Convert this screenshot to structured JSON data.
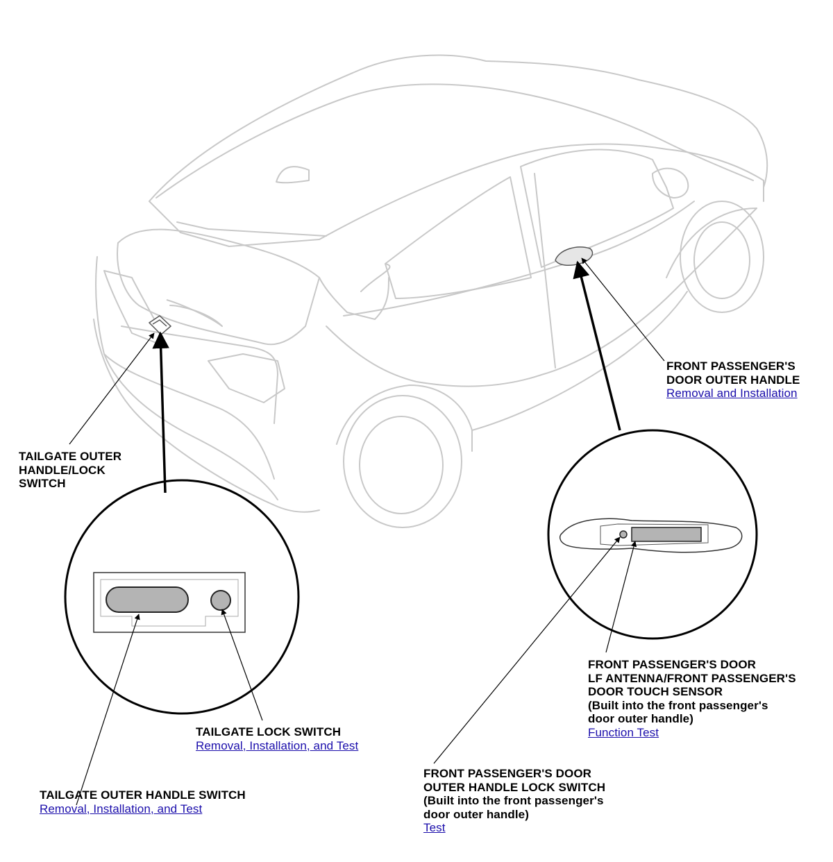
{
  "colors": {
    "outline": "#c8c8c8",
    "leader": "#000000",
    "link": "#1a0dab",
    "component_fill": "#b4b4b4"
  },
  "labels": {
    "front_door_handle": {
      "lines": [
        "FRONT PASSENGER'S",
        "DOOR OUTER HANDLE"
      ],
      "link": "Removal and Installation"
    },
    "tailgate_handle_lock": {
      "lines": [
        "TAILGATE OUTER",
        "HANDLE/LOCK",
        "SWITCH"
      ]
    },
    "lf_antenna": {
      "lines": [
        "FRONT PASSENGER'S DOOR",
        "LF ANTENNA/FRONT PASSENGER'S",
        "DOOR TOUCH SENSOR",
        "(Built into the front passenger's",
        "door outer handle)"
      ],
      "link": "Function Test"
    },
    "tailgate_lock_switch": {
      "lines": [
        "TAILGATE LOCK SWITCH"
      ],
      "link": "Removal, Installation, and Test"
    },
    "front_lock_switch": {
      "lines": [
        "FRONT PASSENGER'S DOOR",
        "OUTER HANDLE LOCK SWITCH",
        "(Built into the front passenger's",
        "door outer handle)"
      ],
      "link": "Test"
    },
    "tailgate_handle_switch": {
      "lines": [
        "TAILGATE OUTER HANDLE SWITCH"
      ],
      "link": "Removal, Installation, and Test"
    }
  }
}
